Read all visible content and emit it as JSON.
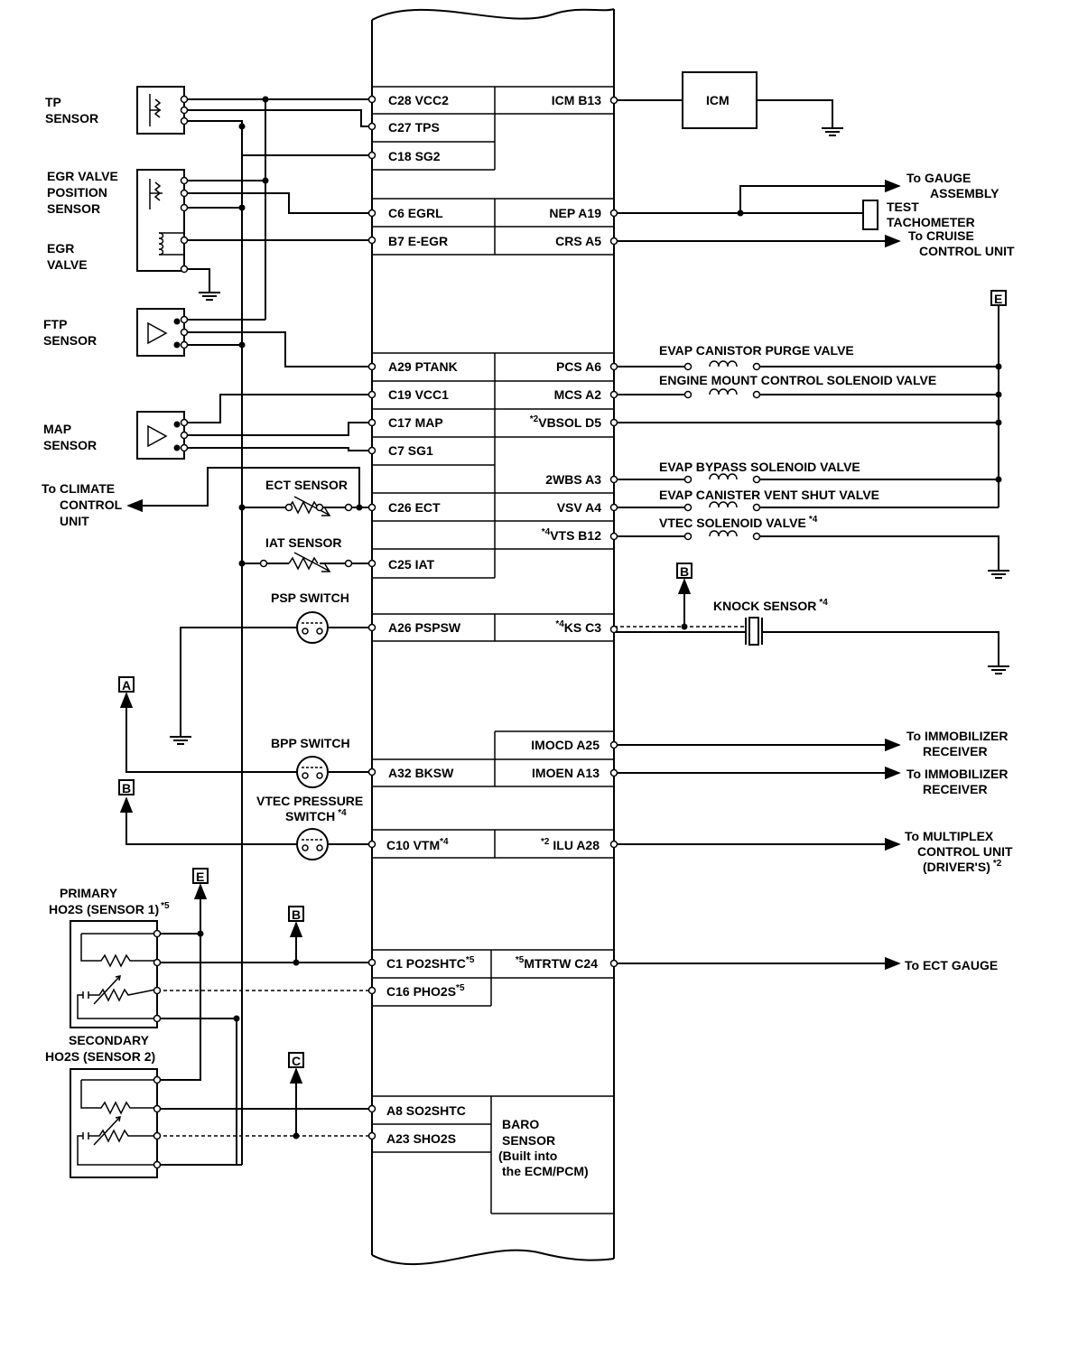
{
  "left_pins": [
    {
      "label": "C28 VCC2"
    },
    {
      "label": "C27 TPS"
    },
    {
      "label": "C18 SG2"
    },
    {
      "label": "C6 EGRL"
    },
    {
      "label": "B7 E-EGR"
    },
    {
      "label": "A29 PTANK"
    },
    {
      "label": "C19 VCC1"
    },
    {
      "label": "C17 MAP"
    },
    {
      "label": "C7 SG1"
    },
    {
      "label": "C26 ECT"
    },
    {
      "label": "C25 IAT"
    },
    {
      "label": "A26 PSPSW"
    },
    {
      "label": "A32 BKSW"
    },
    {
      "label": "C10 VTM",
      "sup": "*4"
    },
    {
      "label": "C1 PO2SHTC",
      "sup": "*5"
    },
    {
      "label": "C16 PHO2S",
      "sup": "*5"
    },
    {
      "label": "A8 SO2SHTC"
    },
    {
      "label": "A23 SHO2S"
    }
  ],
  "right_pins": [
    {
      "label": "ICM B13"
    },
    {
      "label": "NEP A19"
    },
    {
      "label": "CRS A5"
    },
    {
      "label": "PCS A6"
    },
    {
      "label": "MCS A2"
    },
    {
      "label": "VBSOL D5",
      "pre": "*2"
    },
    {
      "label": "2WBS A3"
    },
    {
      "label": "VSV A4"
    },
    {
      "label": "VTS B12",
      "pre": "*4"
    },
    {
      "label": "KS C3",
      "pre": "*4"
    },
    {
      "label": "IMOCD A25"
    },
    {
      "label": "IMOEN A13"
    },
    {
      "label": "ILU A28",
      "pre": "*2"
    },
    {
      "label": "MTRTW C24",
      "pre": "*5"
    }
  ],
  "left_components": {
    "tp_sensor": [
      "TP",
      "SENSOR"
    ],
    "egr_position_sensor": [
      "EGR VALVE",
      "POSITION",
      "SENSOR"
    ],
    "egr_valve": [
      "EGR",
      "VALVE"
    ],
    "ftp_sensor": [
      "FTP",
      "SENSOR"
    ],
    "map_sensor": [
      "MAP",
      "SENSOR"
    ],
    "climate_control": [
      "To CLIMATE",
      "CONTROL",
      "UNIT"
    ],
    "ect_sensor": "ECT SENSOR",
    "iat_sensor": "IAT SENSOR",
    "psp_switch": "PSP SWITCH",
    "bpp_switch": "BPP SWITCH",
    "vtec_pressure_switch": [
      "VTEC PRESSURE",
      "SWITCH"
    ],
    "vtec_pressure_switch_sup": "*4",
    "primary_ho2s": [
      "PRIMARY",
      "HO2S (SENSOR 1)"
    ],
    "primary_ho2s_sup": "*5",
    "secondary_ho2s": [
      "SECONDARY",
      "HO2S (SENSOR 2)"
    ]
  },
  "right_components": {
    "icm": "ICM",
    "gauge_assembly": [
      "To GAUGE",
      "ASSEMBLY"
    ],
    "test_tachometer": [
      "TEST",
      "TACHOMETER"
    ],
    "cruise_control": [
      "To CRUISE",
      "CONTROL UNIT"
    ],
    "evap_purge_valve": "EVAP CANISTOR PURGE VALVE",
    "engine_mount_valve": "ENGINE MOUNT CONTROL SOLENOID VALVE",
    "evap_bypass_valve": "EVAP BYPASS SOLENOID VALVE",
    "evap_vent_valve": "EVAP CANISTER VENT SHUT VALVE",
    "vtec_solenoid_valve": "VTEC SOLENOID VALVE",
    "vtec_solenoid_sup": "*4",
    "knock_sensor": "KNOCK SENSOR",
    "knock_sensor_sup": "*4",
    "immobilizer_1": [
      "To IMMOBILIZER",
      "RECEIVER"
    ],
    "immobilizer_2": [
      "To IMMOBILIZER",
      "RECEIVER"
    ],
    "multiplex": [
      "To MULTIPLEX",
      "CONTROL UNIT",
      "(DRIVER'S)"
    ],
    "multiplex_sup": "*2",
    "ect_gauge": "To ECT GAUGE",
    "baro_sensor": [
      "BARO",
      "SENSOR",
      "(Built into",
      "the ECM/PCM)"
    ]
  },
  "connectors": {
    "A": "A",
    "B": "B",
    "C": "C",
    "E": "E"
  }
}
